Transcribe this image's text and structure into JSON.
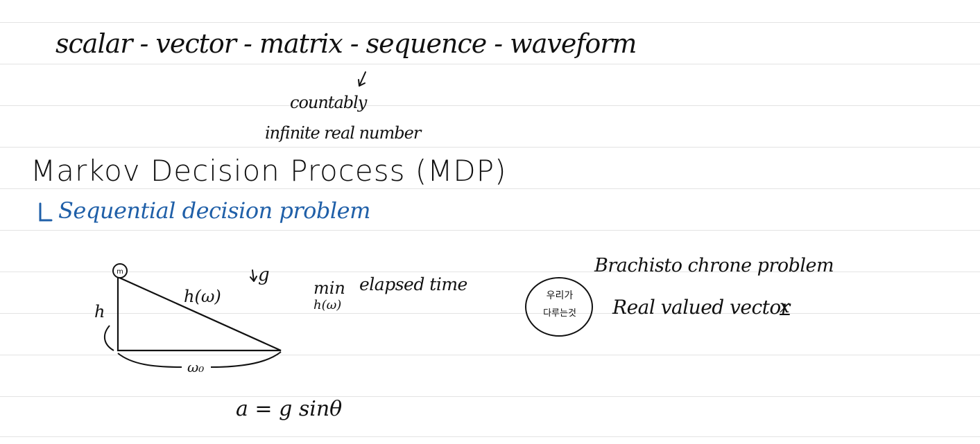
{
  "colors": {
    "ink": "#111111",
    "blue_ink": "#1f5fa8",
    "rule_line": "#e3e3e3",
    "paper": "#ffffff"
  },
  "notes": {
    "line1": "scalar - vector - matrix - sequence - waveform",
    "countably": "countably",
    "infinite": "infinite real number",
    "mdp_title": "Markov Decision Process (MDP)",
    "sequential": "Sequential decision problem"
  },
  "diagram": {
    "mass": "m",
    "h": "h",
    "hw": "h(ω)",
    "g": "g",
    "w0": "ω₀",
    "min": "min",
    "elapsed": "elapsed time",
    "hw_small": "h(ω)",
    "formula": "a = g sinθ"
  },
  "right": {
    "brach": "Brachisto chrone problem",
    "circle_l1": "우리가",
    "circle_l2": "다루는것",
    "real": "Real valued vector",
    "x": "x"
  }
}
